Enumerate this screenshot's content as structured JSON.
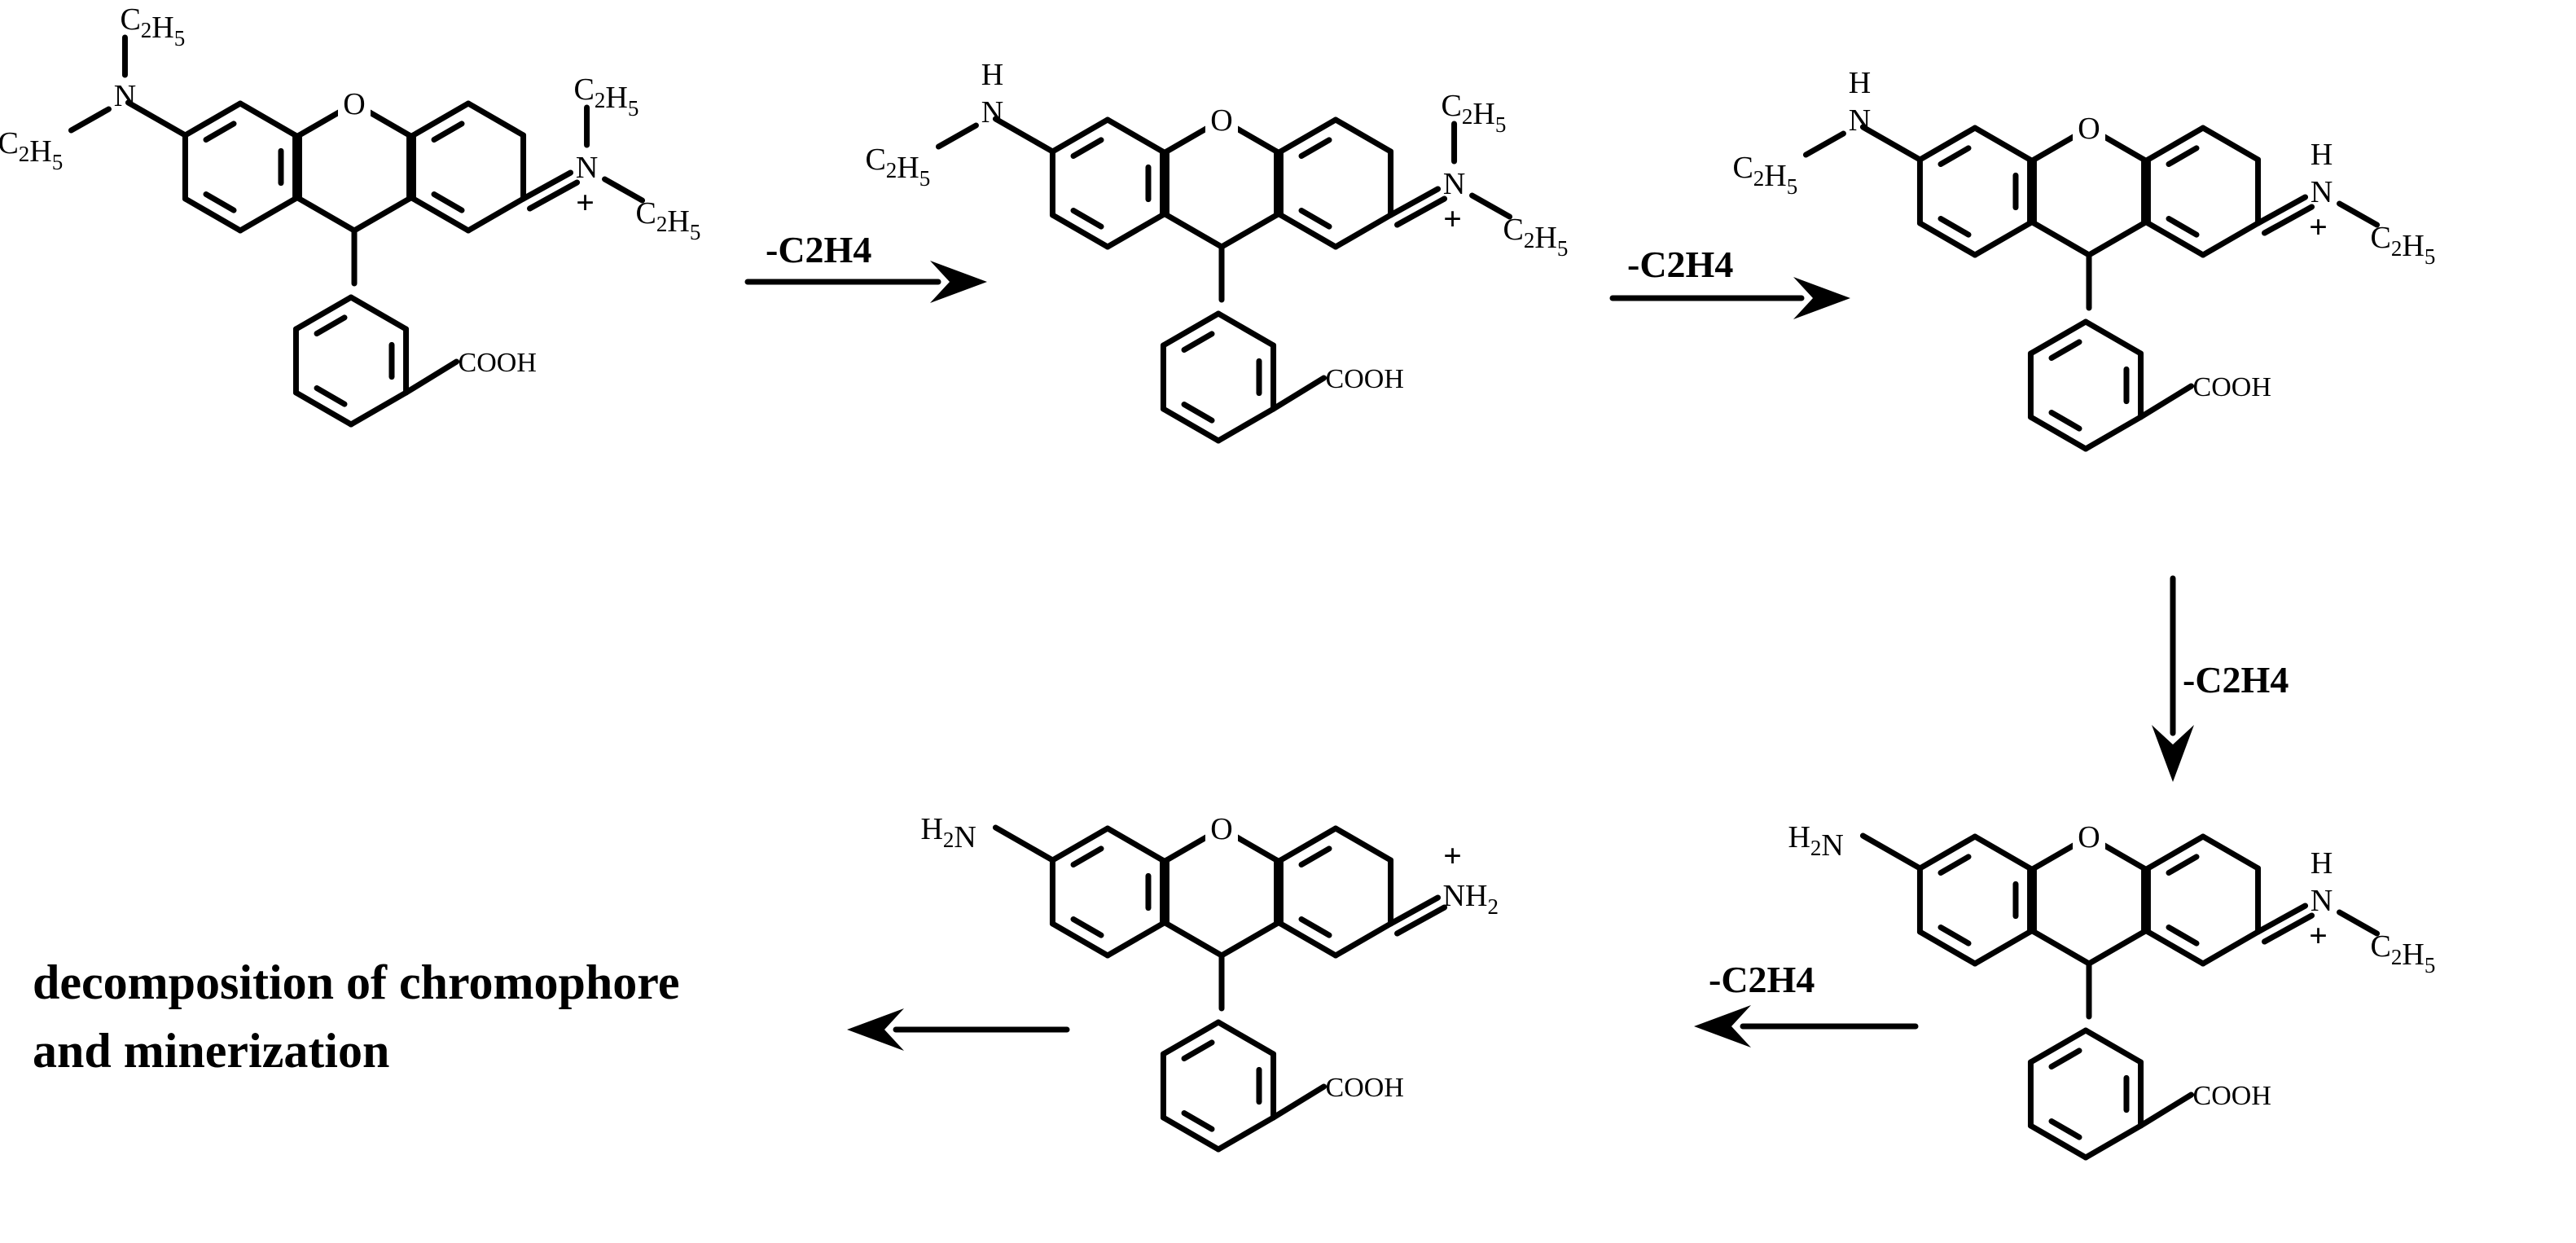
{
  "reaction": {
    "arrow_labels": [
      "-C2H4",
      "-C2H4",
      "-C2H4",
      "-C2H4"
    ],
    "final_line1": "decomposition of chromophore",
    "final_line2": "and minerization"
  },
  "molecules": [
    {
      "name": "rhodamine-b",
      "left": "C2H5|N|C2H5",
      "right": "C2H5|N|C2H5"
    },
    {
      "name": "n-deethylated-1",
      "left": "C2H5|NH",
      "right": "C2H5|N|C2H5"
    },
    {
      "name": "n-deethylated-2",
      "left": "C2H5|NH",
      "right": "C2H5|NH"
    },
    {
      "name": "n-deethylated-3",
      "left": "H2N",
      "right": "C2H5|NH"
    },
    {
      "name": "rhodamine-core",
      "left": "H2N",
      "right": "NH2"
    }
  ],
  "labels": {
    "oxygen": "O",
    "nitrogen": "N",
    "hydrogen": "H",
    "carboxyl": "COOH",
    "plus": "+"
  }
}
